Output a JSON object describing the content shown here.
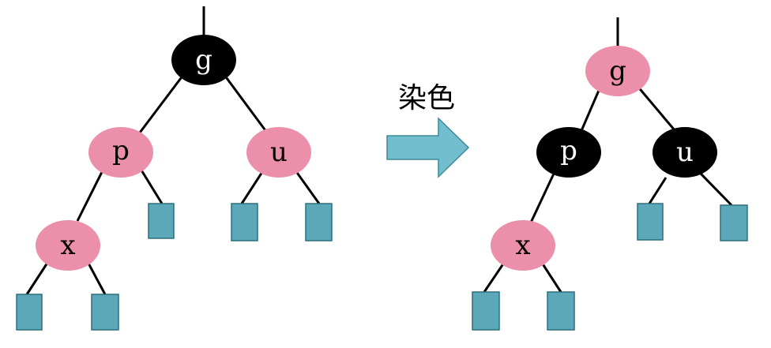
{
  "colors": {
    "red_node": "#EC8FAA",
    "black_node": "#000000",
    "leaf": "#5BA8B8",
    "leaf_border": "#2E6F7D",
    "edge": "#000000",
    "arrow": "#72BECE",
    "arrow_border": "#3C8A99",
    "background": "#FFFFFF"
  },
  "arrow": {
    "label": "染色"
  },
  "trees": {
    "before": {
      "nodes": {
        "g": {
          "label": "g",
          "color": "black"
        },
        "p": {
          "label": "p",
          "color": "red"
        },
        "u": {
          "label": "u",
          "color": "red"
        },
        "x": {
          "label": "x",
          "color": "red"
        }
      }
    },
    "after": {
      "nodes": {
        "g": {
          "label": "g",
          "color": "red"
        },
        "p": {
          "label": "p",
          "color": "black"
        },
        "u": {
          "label": "u",
          "color": "black"
        },
        "x": {
          "label": "x",
          "color": "red"
        }
      }
    }
  }
}
